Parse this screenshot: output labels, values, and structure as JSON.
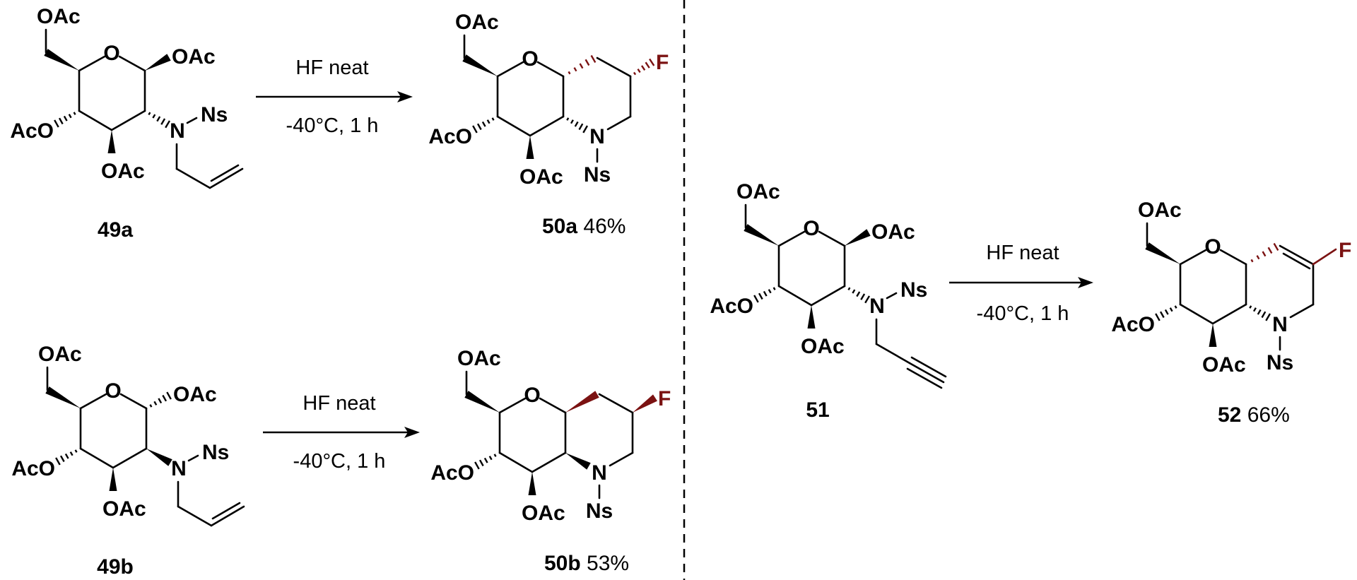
{
  "atom_labels": {
    "OAc": "OAc",
    "AcO": "AcO",
    "O": "O",
    "N": "N",
    "Ns": "Ns",
    "F": "F"
  },
  "compounds": {
    "c49a": {
      "label": "49a"
    },
    "c50a": {
      "label": "50a",
      "yield": "46%"
    },
    "c49b": {
      "label": "49b"
    },
    "c50b": {
      "label": "50b",
      "yield": "53%"
    },
    "c51": {
      "label": "51"
    },
    "c52": {
      "label": "52",
      "yield": "66%"
    }
  },
  "reactions": [
    {
      "reagent": "HF neat",
      "conditions": "-40°C, 1 h"
    },
    {
      "reagent": "HF neat",
      "conditions": "-40°C, 1 h"
    },
    {
      "reagent": "HF neat",
      "conditions": "-40°C, 1 h"
    }
  ],
  "colors": {
    "bond": "#000000",
    "fluorine": "#7b1212"
  }
}
